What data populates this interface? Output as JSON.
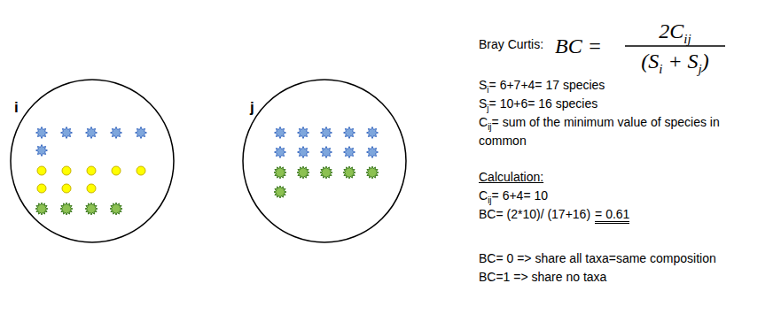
{
  "diagram": {
    "nodes": [
      {
        "text": [
          "i"
        ]
      },
      {
        "text": [
          "j"
        ]
      }
    ],
    "labels": [
      "Bray Curtis:",
      "BC =",
      "2C",
      "ij",
      "(S",
      "i",
      "+ S",
      "j",
      ")",
      "S",
      "i",
      "= 6+7+4= 17 species",
      "S",
      "j",
      "= 10+6= 16 species",
      "C",
      "ij",
      "= sum of the minimum value of species in common",
      "Calculation:",
      "C",
      "ij",
      "= 6+4= 10",
      "BC= (2*10)/ (17+16)",
      "= 0.61",
      "BC= 0 => share all taxa=same composition",
      "BC=1 => share no taxa"
    ]
  }
}
